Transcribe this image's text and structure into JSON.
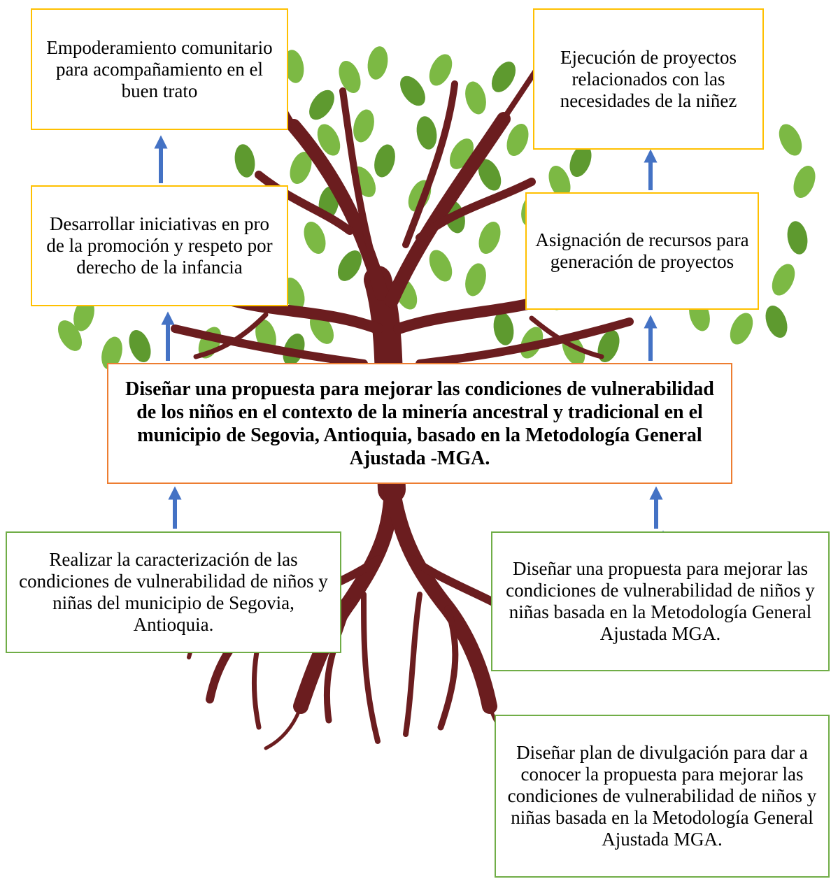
{
  "colors": {
    "leaf": "#7cb944",
    "leaf_dark": "#5e9a2f",
    "trunk": "#6b1d1f",
    "fruit_border": "#ffc000",
    "trunk_border": "#ed7d31",
    "root_border": "#70ad47",
    "arrow": "#4472c4"
  },
  "branches": {
    "left_top": "Empoderamiento comunitario para acompañamiento en el buen trato",
    "left_mid": "Desarrollar iniciativas en pro de la promoción y respeto por derecho de la infancia",
    "right_top": "Ejecución de proyectos relacionados con las necesidades de la niñez",
    "right_mid": "Asignación de recursos para generación de proyectos"
  },
  "trunk": {
    "objective": "Diseñar una propuesta para mejorar las condiciones de vulnerabilidad de los niños en el contexto de la minería ancestral y tradicional en el municipio de Segovia, Antioquia, basado en la Metodología General Ajustada -MGA."
  },
  "roots": {
    "left": "Realizar la caracterización de las condiciones de vulnerabilidad de niños y niñas del municipio de Segovia, Antioquia.",
    "right": "Diseñar una propuesta para mejorar las condiciones de vulnerabilidad de niños y niñas basada en la Metodología General Ajustada MGA.",
    "bottom": "Diseñar plan de divulgación para dar a conocer la propuesta para mejorar las condiciones de vulnerabilidad de niños y niñas basada en la Metodología General Ajustada MGA."
  }
}
